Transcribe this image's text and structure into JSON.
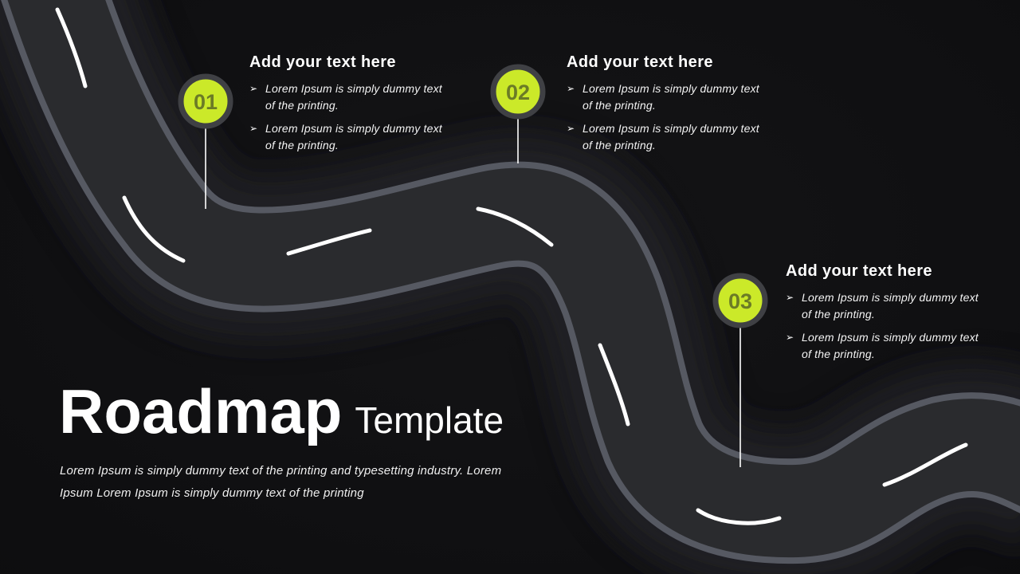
{
  "slide": {
    "title": {
      "primary": "Roadmap",
      "secondary": "Template"
    },
    "subtitle_lines": [
      "Lorem Ipsum is simply dummy text of the printing and typesetting industry. Lorem",
      "Ipsum Lorem Ipsum is simply dummy text of the printing"
    ]
  },
  "bullet_marker": "➢",
  "milestones": [
    {
      "number": "01",
      "heading": "Add your text here",
      "bullets": [
        [
          "Lorem Ipsum is simply dummy text",
          "of the printing."
        ],
        [
          "Lorem Ipsum is simply dummy text",
          "of the printing."
        ]
      ]
    },
    {
      "number": "02",
      "heading": "Add your text here",
      "bullets": [
        [
          "Lorem Ipsum is simply dummy text",
          "of the printing."
        ],
        [
          "Lorem Ipsum is simply dummy text",
          "of the printing."
        ]
      ]
    },
    {
      "number": "03",
      "heading": "Add your text here",
      "bullets": [
        [
          "Lorem Ipsum is simply dummy text",
          "of the printing."
        ],
        [
          "Lorem Ipsum is simply dummy text",
          "of the printing."
        ]
      ]
    }
  ],
  "colors": {
    "background": "#0e0e10",
    "road_surface": "#2a2b2e",
    "road_edge": "#565962",
    "road_glow": "#1f2023",
    "lane_dash": "#ffffff",
    "marker_fill": "#cbe929",
    "marker_ring": "#3f4044",
    "marker_number": "#6b7b26",
    "text": "#ffffff"
  }
}
